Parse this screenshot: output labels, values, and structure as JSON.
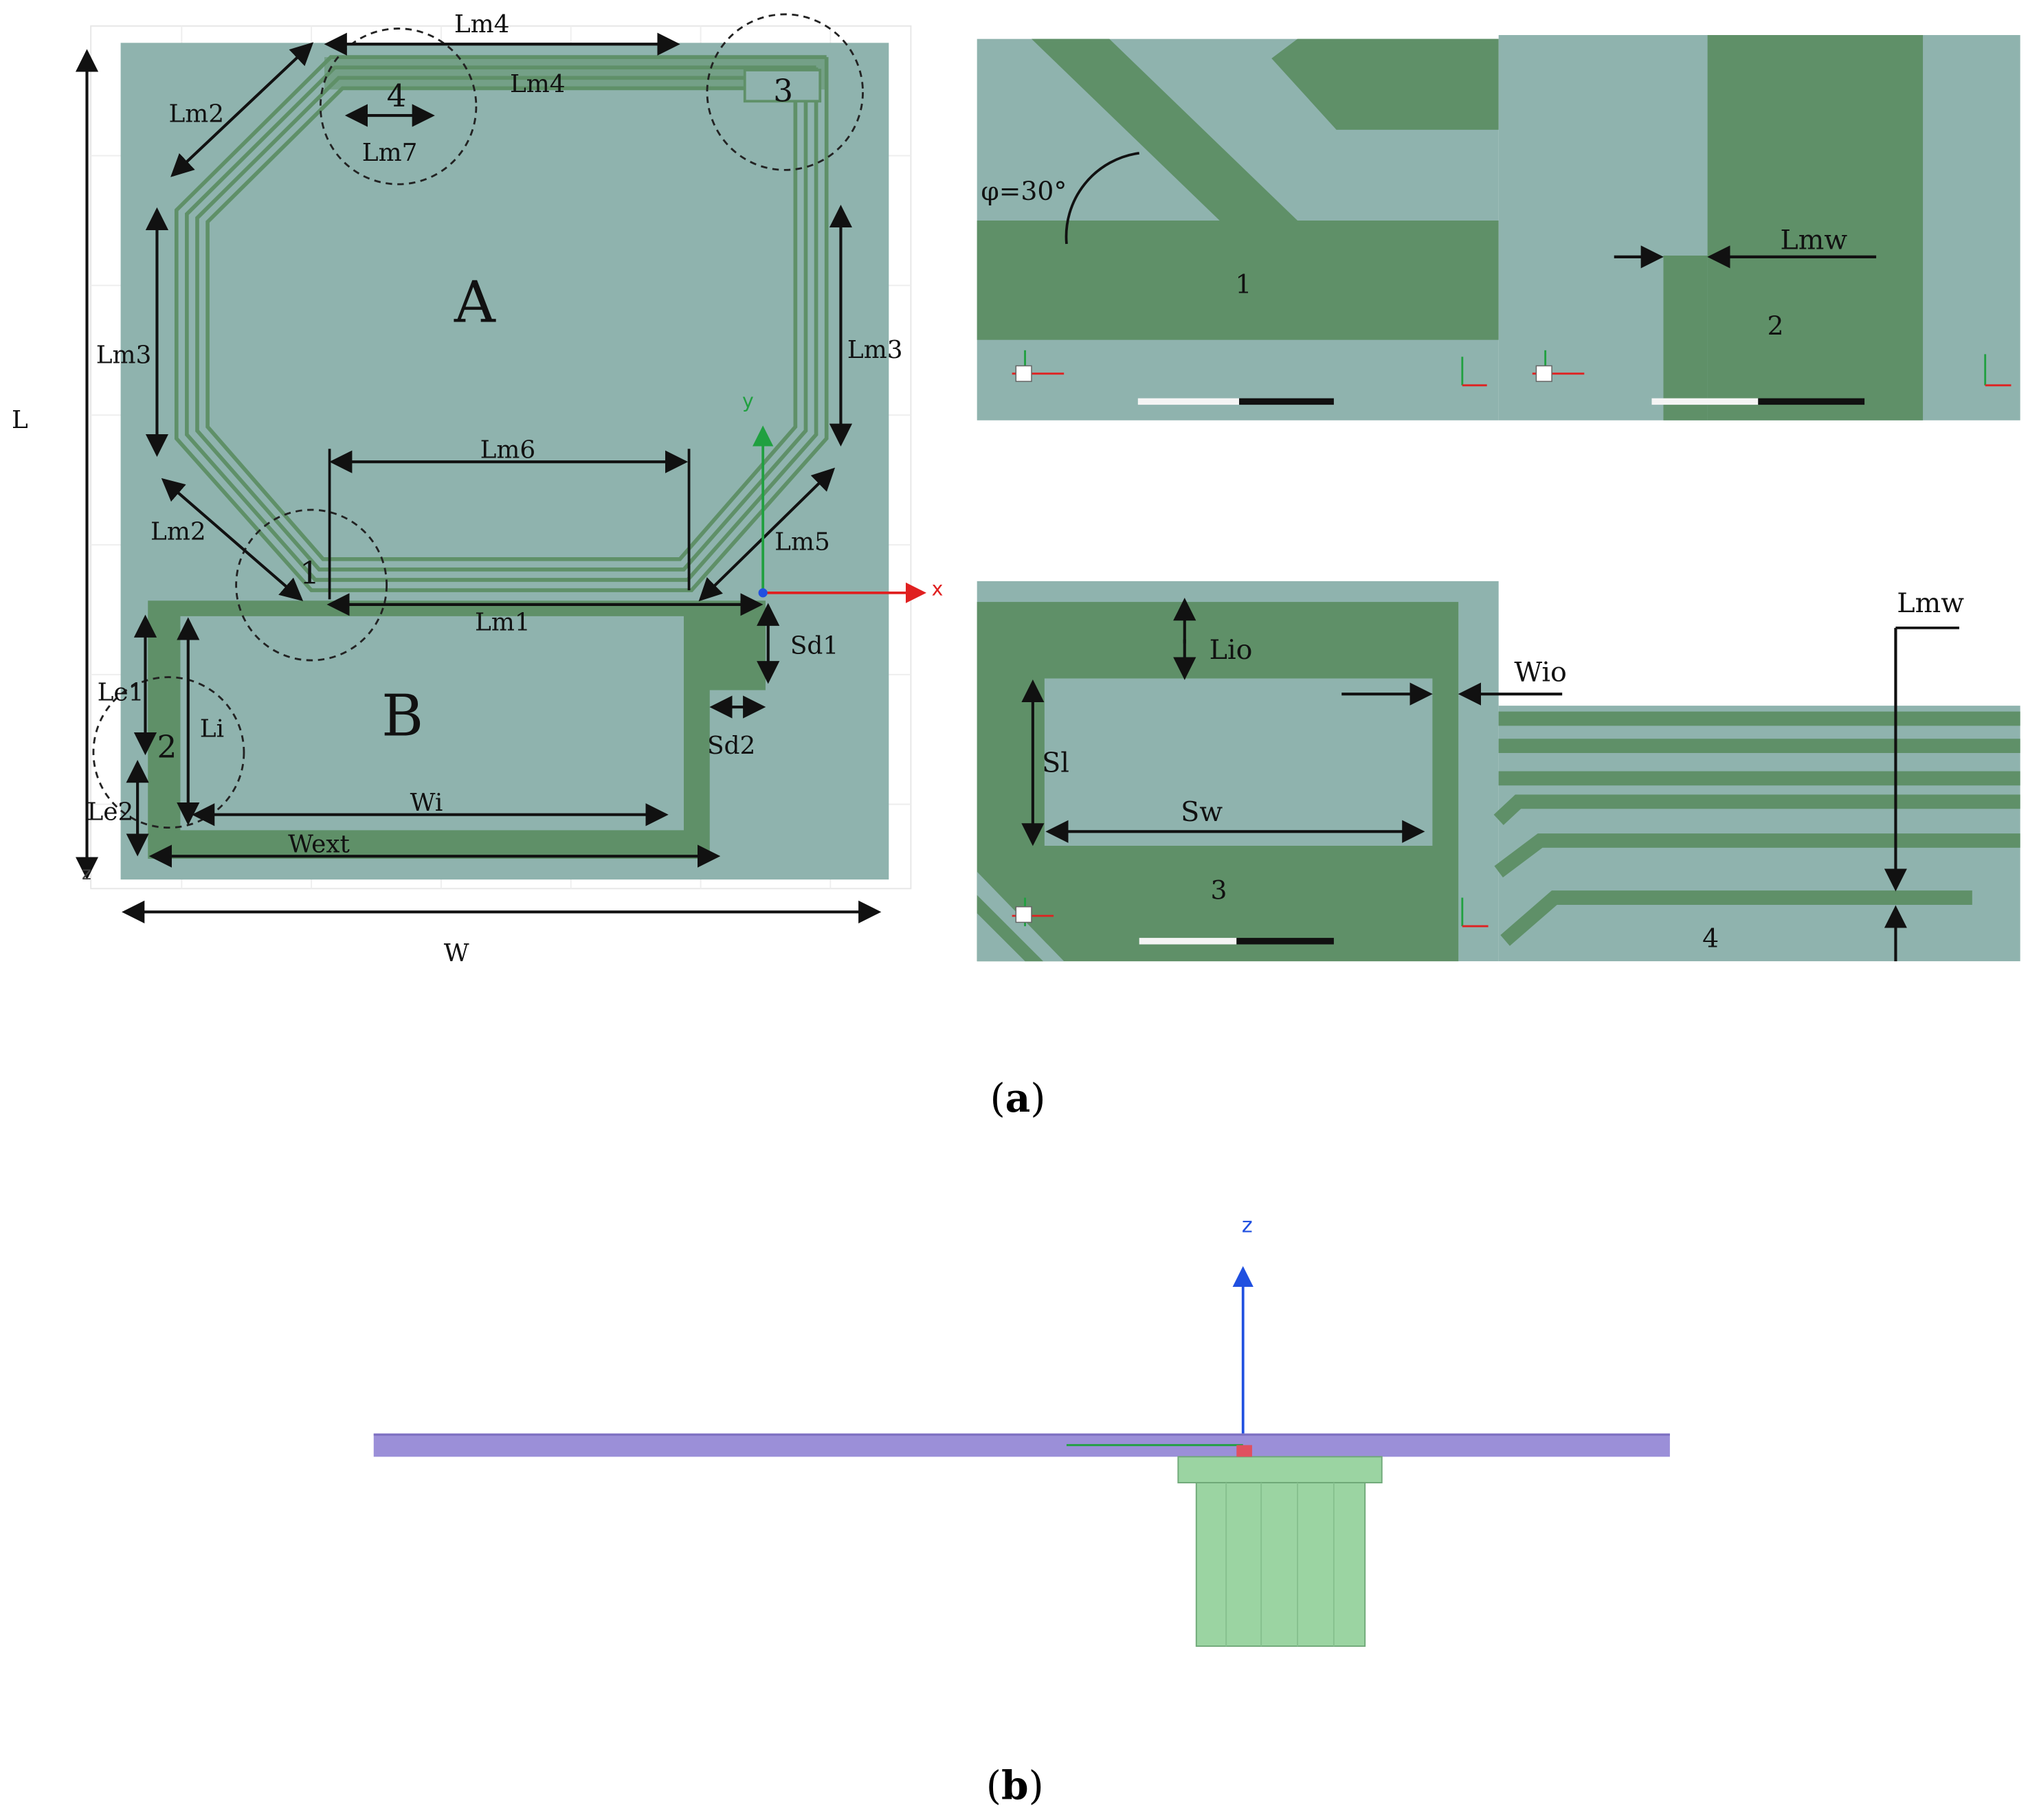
{
  "panel_a": {
    "region_labels": {
      "a": "A",
      "b": "B"
    },
    "zoom_markers": [
      "1",
      "2",
      "3",
      "4"
    ],
    "dimension_labels": {
      "Lm1": "Lm1",
      "Lm2": "Lm2",
      "Lm3": "Lm3",
      "Lm4": "Lm4",
      "Lm5": "Lm5",
      "Lm6": "Lm6",
      "Lm7": "Lm7",
      "Le1": "Le1",
      "Le2": "Le2",
      "Li": "Li",
      "Wi": "Wi",
      "Wext": "Wext",
      "Sd1": "Sd1",
      "Sd2": "Sd2",
      "L": "L",
      "W": "W"
    },
    "axis_labels": {
      "x": "x",
      "y": "y",
      "z": "z"
    },
    "details": {
      "d1": {
        "number": "1",
        "angle": "φ=30°"
      },
      "d2": {
        "number": "2",
        "dim": "Lmw"
      },
      "d3": {
        "number": "3",
        "lio": "Lio",
        "wio": "Wio",
        "sl": "Sl",
        "sw": "Sw"
      },
      "d4": {
        "number": "4",
        "dim": "Lmw"
      }
    },
    "caption": {
      "open": "(",
      "letter": "a",
      "close": ")"
    }
  },
  "panel_b": {
    "axis_labels": {
      "z": "z"
    },
    "caption": {
      "open": "(",
      "letter": "b",
      "close": ")"
    }
  },
  "colors": {
    "substrate": "#8fb3ae",
    "trace": "#5f9068",
    "trace_dark": "#4f7f57",
    "arrow": "#111111",
    "x_axis": "#e02020",
    "y_axis": "#20a040",
    "z_axis": "#2050e0",
    "board_side": "#9b8fd8",
    "connector": "#9bd4a2"
  }
}
